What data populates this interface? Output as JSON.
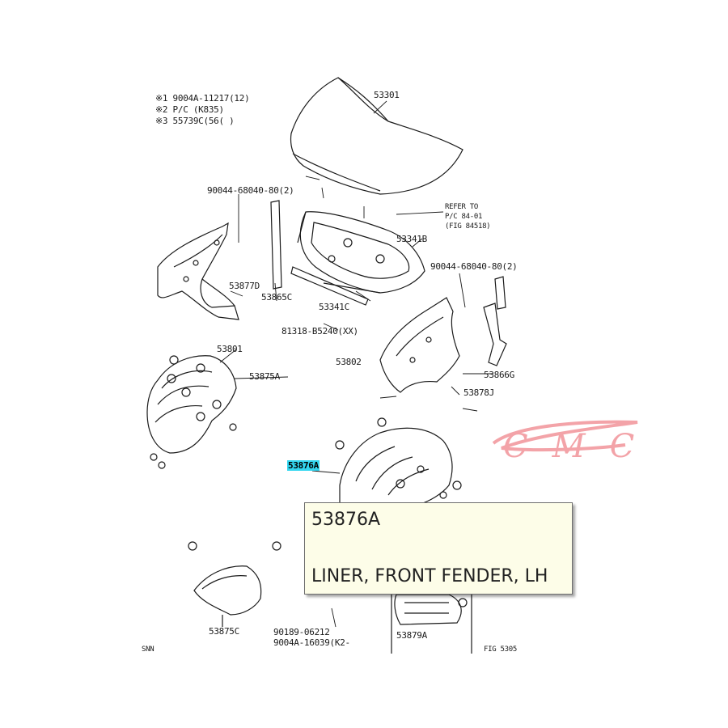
{
  "notes": {
    "line1": "※1 9004A-11217(12)",
    "line2": "※2 P/C (K835)",
    "line3": "※3 55739C(56(    )"
  },
  "labels": {
    "l53301": "53301",
    "l90044_left": "90044-68040-80(2)",
    "lrefer1": "REFER TO",
    "lrefer2": "P/C 84-01",
    "lrefer3": "(FIG 84518)",
    "l53341B": "53341B",
    "l90044_right": "90044-68040-80(2)",
    "l53877D": "53877D",
    "l53865C": "53865C",
    "l53341C": "53341C",
    "l81318": "81318-B5240(XX)",
    "l53801": "53801",
    "l53875A": "53875A",
    "l53802": "53802",
    "l53866G": "53866G",
    "l53878J": "53878J",
    "l53876A": "53876A",
    "l53875C": "53875C",
    "l90189": "90189-06212",
    "l9004A": "9004A-16039(K2-",
    "l53879A": "53879A",
    "lfig": "FIG 5305",
    "lsnn": "SNN"
  },
  "tooltip": {
    "code": "53876A",
    "description": "LINER, FRONT FENDER, LH"
  },
  "logo": {
    "text": "CMC",
    "color": "#f3a3a8"
  },
  "colors": {
    "highlight": "#33d6f0",
    "line": "#1a1a1a"
  }
}
